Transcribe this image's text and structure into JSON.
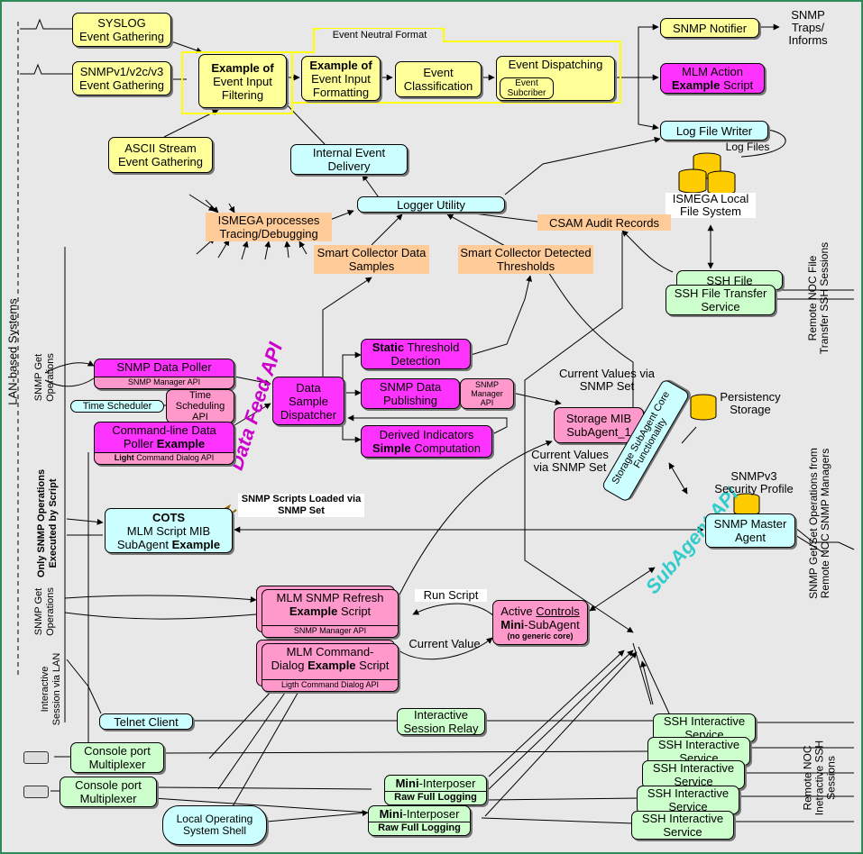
{
  "colors": {
    "yellow": "#ffff99",
    "cyan": "#ccffff",
    "green": "#ccffcc",
    "magenta": "#ff33ff",
    "pink": "#ff99cc",
    "orange": "#ffcc99",
    "frame": "#2e8b57",
    "pipeline": "#ffff00"
  },
  "left": {
    "lan_systems": "LAN-based Systems",
    "snmp_get_ops_1": "SNMP Get Operations",
    "only_snmp_ops": "Only SNMP Operations Executed by Script",
    "snmp_get_ops_2": "SNMP Get Operations",
    "interactive_session": "Interactive Session via LAN"
  },
  "right": {
    "snmp_traps": "SNMP Traps/ Informs",
    "remote_noc_file": "Remote NOC File Transfer SSH Sessions",
    "snmp_getset": "SNMP Get/Set Operations from Remote NOC SNMP Managers",
    "remote_noc_interactive": "Remote NOC Inetractive SSH Sessions"
  },
  "gathering": {
    "syslog": [
      "SYSLOG",
      "Event Gathering"
    ],
    "snmpv": [
      "SNMPv1/v2c/v3",
      "Event Gathering"
    ],
    "ascii": [
      "ASCII Stream",
      "Event Gathering"
    ]
  },
  "pipeline": {
    "neutral_format": "Event Neutral Format",
    "filtering_bold": "Example of",
    "filtering_rest": "Event Input Filtering",
    "formatting_bold": "Example of",
    "formatting_rest": "Event Input Formatting",
    "classification": "Event Classification",
    "dispatching": "Event Dispatching",
    "subscriber": "Event Subcriber"
  },
  "outputs": {
    "notifier": "SNMP Notifier",
    "mlm_action_1": "MLM Action",
    "mlm_action_bold": "Example",
    "mlm_action_2": "Script",
    "log_writer": "Log File Writer",
    "log_files": "Log Files",
    "local_fs": "ISMEGA Local File System"
  },
  "logging": {
    "internal_event": "Internal Event Delivery",
    "logger": "Logger Utility",
    "ismega_proc": "ISMEGA processes Tracing/Debugging",
    "csam": "CSAM Audit Records",
    "sc_samples": "Smart Collector Data Samples",
    "sc_thresholds": "Smart Collector Detected Thresholds"
  },
  "ssh_file": {
    "back": "SSH File",
    "front": "SSH File Transfer Service"
  },
  "datafeed": {
    "api_label": "Data Feed API",
    "poller": "SNMP Data Poller",
    "poller_api": "SNMP Manager API",
    "time_scheduler": "Time Scheduler",
    "time_sched_api": "Time Scheduling API",
    "cmdline_1": "Command-line Data",
    "cmdline_2": "Poller",
    "cmdline_bold": "Example",
    "cmdline_api_bold": "Light",
    "cmdline_api_rest": "Command Dialog API",
    "dispatcher": "Data Sample Dispatcher",
    "static_bold": "Static",
    "static_rest": "Threshold Detection",
    "publishing": "SNMP Data Publishing",
    "publishing_api": "SNMP Manager API",
    "derived_1": "Derived Indicators",
    "derived_bold": "Simple",
    "derived_2": "Computation"
  },
  "subagent": {
    "current_values_set_1": "Current Values via SNMP Set",
    "storage_mib": "Storage MIB SubAgent_1",
    "persistency": "Persistency Storage",
    "storage_core": "Storage SubAgent Core Functionality",
    "current_values_set_2": "Current Values via SNMP Set",
    "subagent_api": "SubAgent API",
    "security_profile": "SNMPv3 Security Profile",
    "master_agent": "SNMP Master Agent",
    "cots_1": "COTS",
    "cots_2": "MLM Script MIB",
    "cots_3": "SubAgent",
    "cots_bold": "Example",
    "scripts_loaded": "SNMP Scripts Loaded via SNMP Set"
  },
  "scripts": {
    "refresh_1": "MLM SNMP Refresh",
    "refresh_bold": "Example",
    "refresh_2": "Script",
    "refresh_api": "SNMP Manager API",
    "run_script": "Run Script",
    "current_value": "Current Value",
    "active_1": "Active",
    "active_u": "Controls",
    "active_bold": "Mini",
    "active_2": "-SubAgent",
    "active_note": "(no generic core)",
    "cmd_1": "MLM Command-",
    "cmd_2": "Dialog",
    "cmd_bold": "Example",
    "cmd_3": "Script",
    "cmd_api": "Ligth Command Dialog API"
  },
  "sessions": {
    "telnet": "Telnet Client",
    "relay": "Interactive Session Relay",
    "console": "Console port Multiplexer",
    "ssh_service": "SSH Interactive Service",
    "interposer_bold": "Mini",
    "interposer_rest": "-Interposer",
    "raw_logging": "Raw Full Logging",
    "local_shell": "Local Operating System Shell"
  }
}
